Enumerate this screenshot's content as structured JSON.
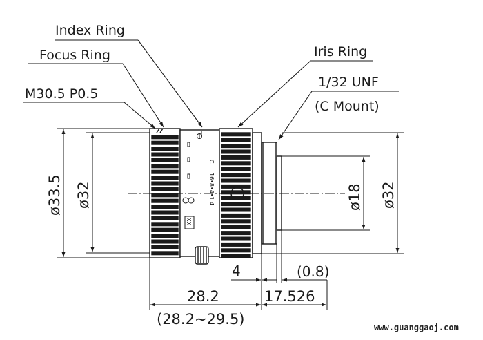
{
  "callouts": {
    "index_ring": "Index Ring",
    "focus_ring": "Focus Ring",
    "thread": "M30.5 P0.5",
    "iris_ring": "Iris Ring",
    "mount_thread": "1/32 UNF",
    "mount_type": "(C Mount)"
  },
  "dimensions": {
    "outer_diameter": "ø33.5",
    "front_diameter": "ø32",
    "mount_inner_diameter": "ø18",
    "rear_diameter": "ø32",
    "flange_offset": "4",
    "mount_gap": "(0.8)",
    "body_length": "28.2",
    "body_length_range": "(28.2~29.5)",
    "flange_focal": "17.526"
  },
  "ring_markings": {
    "close": "C",
    "aperture_scale": "16•8•4•1.4",
    "lock_mark": "XX"
  },
  "watermark": "www.guanggaoj.com",
  "colors": {
    "line": "#1a1a1a",
    "background": "#ffffff"
  }
}
